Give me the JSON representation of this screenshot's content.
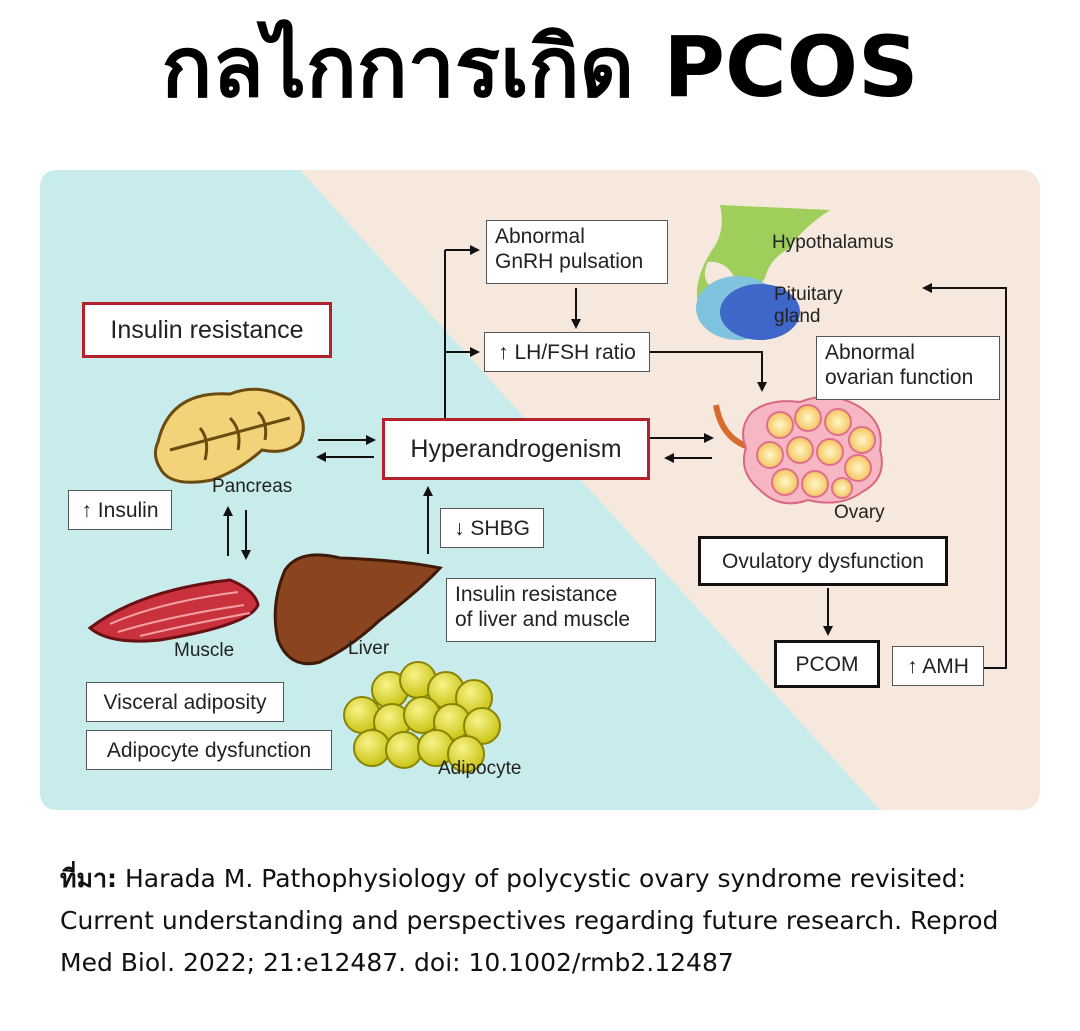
{
  "title": "กลไกการเกิด PCOS",
  "diagram": {
    "boxes": {
      "insulin_resistance": "Insulin resistance",
      "hyperandrogenism": "Hyperandrogenism",
      "abnormal_gnrh_line1": "Abnormal",
      "abnormal_gnrh_line2": "GnRH pulsation",
      "lh_fsh_ratio": "↑ LH/FSH ratio",
      "abnormal_ovarian_line1": "Abnormal",
      "abnormal_ovarian_line2": "ovarian function",
      "ovulatory_dysfunction": "Ovulatory dysfunction",
      "pcom": "PCOM",
      "amh": "↑ AMH",
      "insulin": "↑ Insulin",
      "shbg": "↓ SHBG",
      "ir_liver_muscle_line1": "Insulin resistance",
      "ir_liver_muscle_line2": "of liver and muscle",
      "visceral_adiposity": "Visceral adiposity",
      "adipocyte_dysfunction": "Adipocyte dysfunction"
    },
    "labels": {
      "hypothalamus": "Hypothalamus",
      "pituitary_line1": "Pituitary",
      "pituitary_line2": "gland",
      "pancreas": "Pancreas",
      "ovary": "Ovary",
      "muscle": "Muscle",
      "liver": "Liver",
      "adipocyte": "Adipocyte"
    },
    "colors": {
      "left_background": "#c8ecec",
      "right_background": "#f6e8dc",
      "red_border": "#b3222a"
    }
  },
  "source": {
    "label": "ที่มา:",
    "text": " Harada M. Pathophysiology of polycystic ovary syndrome revisited: Current understanding and perspectives regarding future research. Reprod Med Biol. 2022; 21:e12487. doi: 10.1002/rmb2.12487"
  }
}
